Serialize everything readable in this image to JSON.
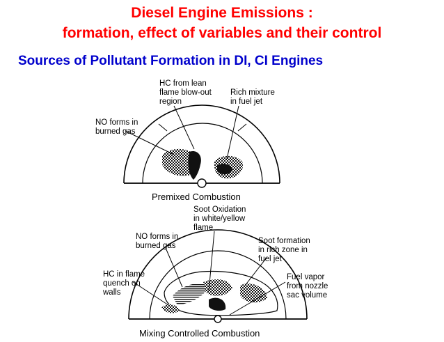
{
  "header": {
    "title_line1": "Diesel Engine Emissions :",
    "title_line2": "formation, effect of variables and their control",
    "subtitle": "Sources of Pollutant Formation in DI, CI Engines",
    "title_color": "#ff0000",
    "subtitle_color": "#0000cc"
  },
  "top_diagram": {
    "caption": "Premixed Combustion",
    "labels": {
      "hc_lean": "HC from lean\nflame blow-out\nregion",
      "rich_mixture": "Rich mixture\nin fuel jet",
      "no_forms": "NO forms in\nburned gas"
    }
  },
  "bottom_diagram": {
    "caption": "Mixing Controlled Combustion",
    "labels": {
      "soot_oxidation": "Soot Oxidation\nin white/yellow\nflame",
      "no_forms": "NO forms in\nburned gas",
      "soot_formation": "Soot formation\nin rich zone in\nfuel jet",
      "hc_quench": "HC in flame\nquench on\nwalls",
      "fuel_vapor": "Fuel vapor\nfrom nozzle\nsac volume"
    }
  }
}
